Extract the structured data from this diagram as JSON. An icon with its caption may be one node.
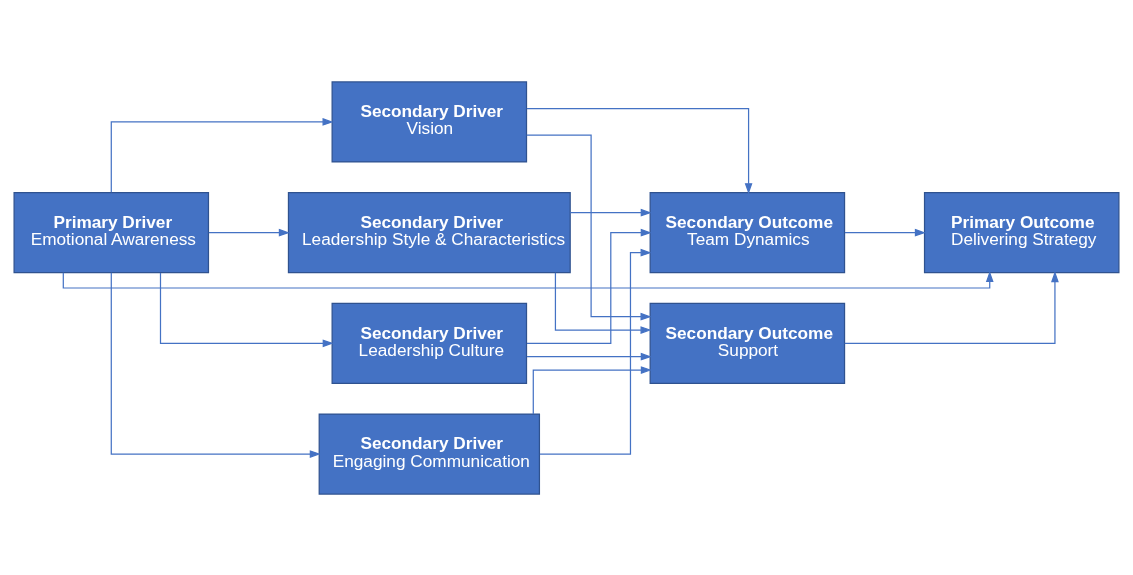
{
  "diagram": {
    "nodes": [
      {
        "text": [
          "Primary Driver",
          "Emotional Awareness"
        ]
      },
      {
        "text": [
          "Secondary Driver",
          "Leadership Style & Characteristics"
        ]
      },
      {
        "text": [
          "Secondary Driver",
          "Leadership Culture"
        ]
      },
      {
        "text": [
          "Secondary Driver",
          "Engaging Communication"
        ]
      },
      {
        "text": [
          "Secondary Driver",
          "Vision"
        ]
      },
      {
        "text": [
          "Secondary Outcome",
          "Support"
        ]
      },
      {
        "text": [
          "Secondary Outcome",
          "Team Dynamics"
        ]
      },
      {
        "text": [
          "Primary Outcome",
          "Delivering Strategy"
        ]
      }
    ],
    "edges": [
      {
        "from": 0,
        "to": 1,
        "arrow": "to"
      },
      {
        "from": 0,
        "to": 2,
        "arrow": "to"
      },
      {
        "from": 0,
        "to": 3,
        "arrow": "to"
      },
      {
        "from": 0,
        "to": 4,
        "arrow": "to"
      },
      {
        "from": 0,
        "to": 7,
        "arrow": "to"
      },
      {
        "from": 1,
        "to": 5,
        "arrow": "to"
      },
      {
        "from": 2,
        "to": 5,
        "arrow": "to"
      },
      {
        "from": 3,
        "to": 5,
        "arrow": "to"
      },
      {
        "from": 4,
        "to": 5,
        "arrow": "to"
      },
      {
        "from": 1,
        "to": 6,
        "arrow": "to"
      },
      {
        "from": 2,
        "to": 6,
        "arrow": "to"
      },
      {
        "from": 3,
        "to": 6,
        "arrow": "to"
      },
      {
        "from": 4,
        "to": 6,
        "arrow": "to"
      },
      {
        "from": 5,
        "to": 7,
        "arrow": "to"
      },
      {
        "from": 6,
        "to": 7,
        "arrow": "to"
      }
    ]
  }
}
